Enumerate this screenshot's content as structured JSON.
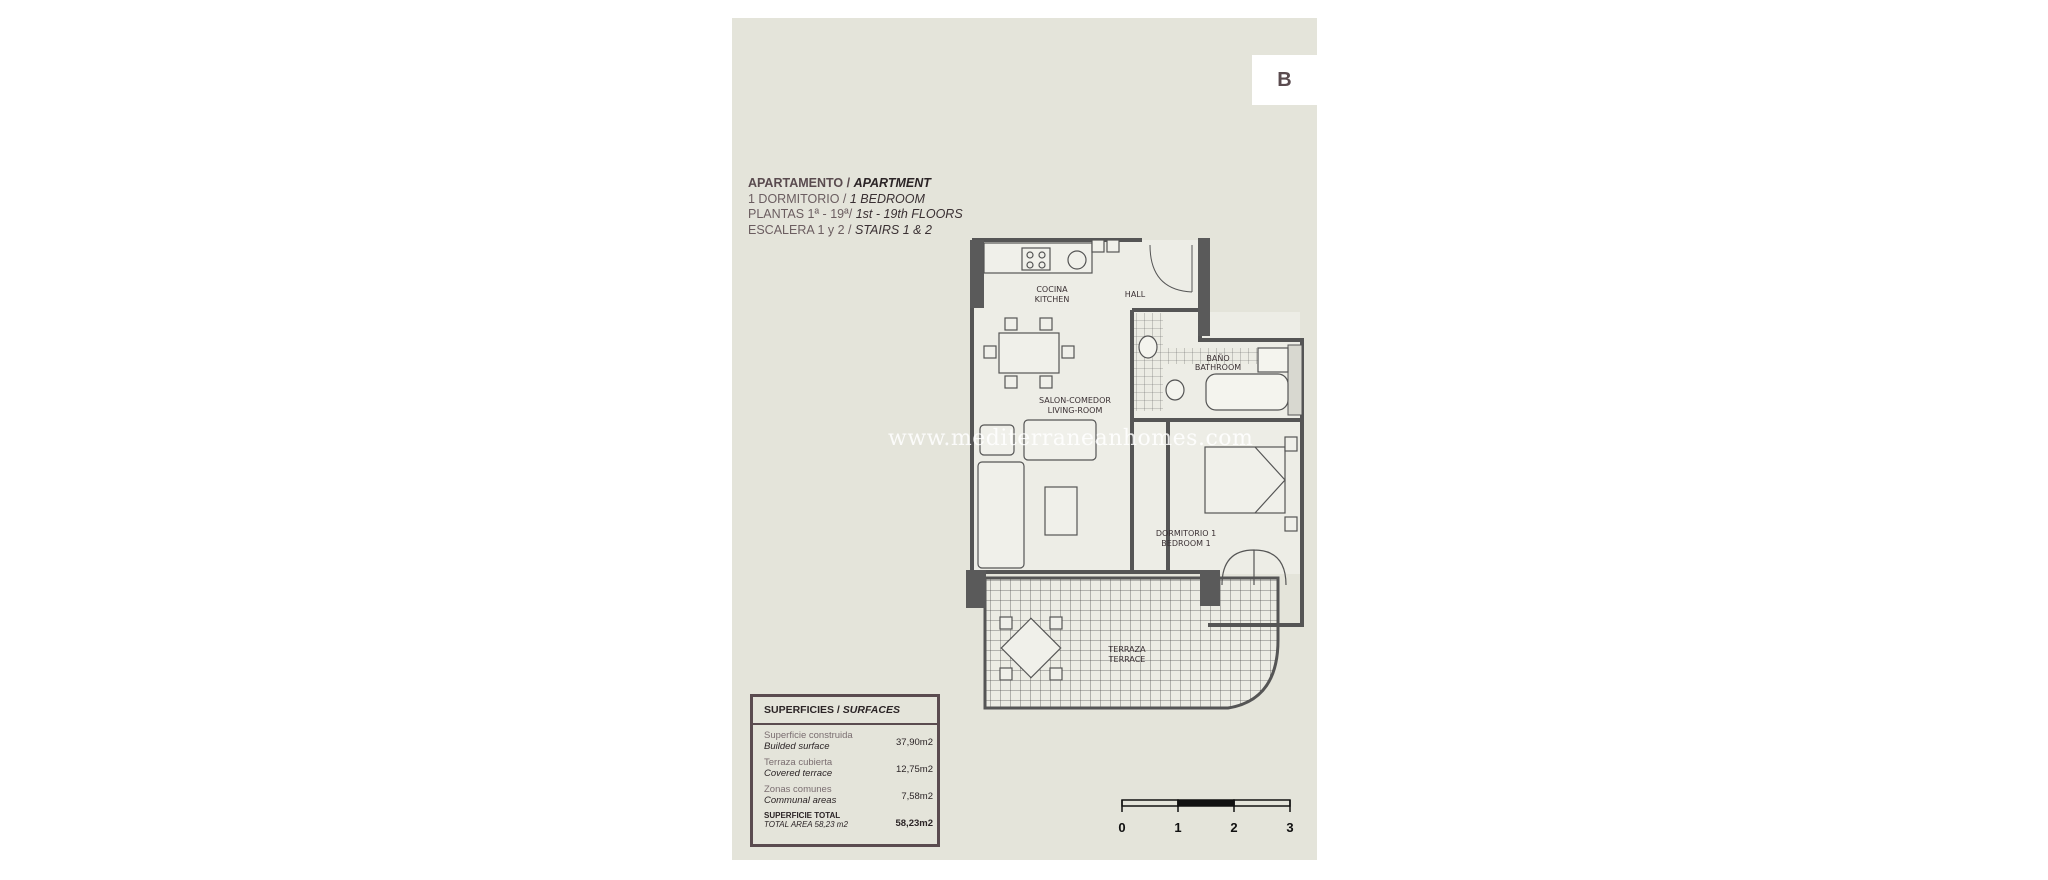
{
  "unit_badge": "B",
  "info": {
    "type_es": "APARTAMENTO /",
    "type_en": "APARTMENT",
    "bedrooms_es": "1 DORMITORIO /",
    "bedrooms_en": "1 BEDROOM",
    "floors_es": "PLANTAS 1ª - 19ª/",
    "floors_en": "1st - 19th FLOORS",
    "stairs_es": "ESCALERA 1 y 2 /",
    "stairs_en": "STAIRS 1 & 2"
  },
  "rooms": {
    "kitchen_es": "COCINA",
    "kitchen_en": "KITCHEN",
    "hall": "HALL",
    "bathroom_es": "BAÑO",
    "bathroom_en": "BATHROOM",
    "living_es": "SALON-COMEDOR",
    "living_en": "LIVING-ROOM",
    "bedroom_es": "DORMITORIO 1",
    "bedroom_en": "BEDROOM 1",
    "terrace_es": "TERRAZA",
    "terrace_en": "TERRACE"
  },
  "surfaces": {
    "title_es": "SUPERFICIES /",
    "title_en": "SURFACES",
    "rows": [
      {
        "label_es": "Superficie construida",
        "label_en": "Builded surface",
        "value": "37,90m2"
      },
      {
        "label_es": "Terraza cubierta",
        "label_en": "Covered terrace",
        "value": "12,75m2"
      },
      {
        "label_es": "Zonas comunes",
        "label_en": "Communal areas",
        "value": "7,58m2"
      }
    ],
    "total_es": "SUPERFICIE TOTAL",
    "total_en": "TOTAL AREA 58,23 m2",
    "total_value": "58,23m2"
  },
  "scale": {
    "ticks": [
      "0",
      "1",
      "2",
      "3"
    ]
  },
  "watermark": "www.mediterraneanhomes.com",
  "colors": {
    "sheet": "#e4e4da",
    "wall": "#5a5a5a",
    "text_dark": "#2b2426",
    "text_brand": "#5a4b4f"
  }
}
